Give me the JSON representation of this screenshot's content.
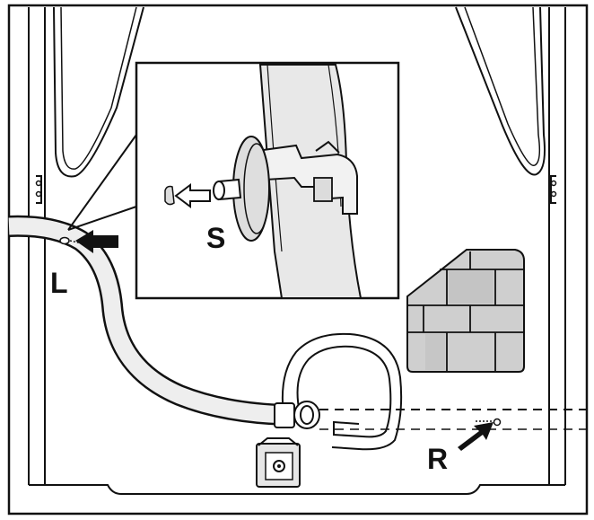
{
  "labels": {
    "detail_label": "S",
    "left_label": "L",
    "right_label": "R"
  },
  "colors": {
    "line": "#111111",
    "panel": "#f2f2f2",
    "hose": "#e8e8e8",
    "brick_light": "#cfcfcf",
    "brick_mid": "#bdbdbd",
    "background": "#ffffff"
  }
}
